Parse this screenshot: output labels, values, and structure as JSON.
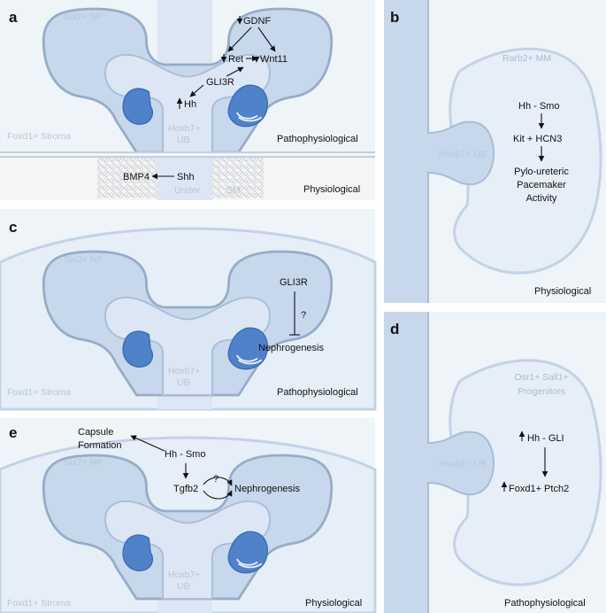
{
  "colors": {
    "panel_bg": "#eef4f7",
    "cap_mesenchyme": "#c7d8ed",
    "ureteric_bud": "#dce6f4",
    "renal_vesicle": "#4f82c8",
    "outline": "#96acc8"
  },
  "panel_a": {
    "letter": "a",
    "six2": "Six2+ NP",
    "gdnf": "GDNF",
    "ret": "Ret",
    "wnt11": "Wnt11",
    "gli3r": "GLI3R",
    "hh": "Hh",
    "hoxb7_1": "Hoxb7+",
    "hoxb7_2": "UB",
    "foxd1": "Foxd1+ Stroma",
    "state_top": "Pathophysiological",
    "bmp4": "BMP4",
    "shh": "Shh",
    "ureter": "Ureter",
    "sm": "SM",
    "state_bottom": "Physiological"
  },
  "panel_b": {
    "letter": "b",
    "rarb2": "Rarb2+ MM",
    "hoxb7": "Hoxb7+ UB",
    "hh_smo": "Hh - Smo",
    "kit": "Kit + HCN3",
    "pylo_1": "Pylo-ureteric",
    "pylo_2": "Pacemaker",
    "pylo_3": "Activity",
    "state": "Physiological"
  },
  "panel_c": {
    "letter": "c",
    "six2": "Six2+ NP",
    "gli3r": "GLI3R",
    "question": "?",
    "nephrogenesis": "Nephrogenesis",
    "hoxb7_1": "Hoxb7+",
    "hoxb7_2": "UB",
    "foxd1": "Foxd1+ Stroma",
    "state": "Pathophysiological"
  },
  "panel_d": {
    "letter": "d",
    "osr1_1": "Osr1+ Sall1+",
    "osr1_2": "Progenitors",
    "hoxb7": "Hoxb7+ UB",
    "hh_gli": "Hh - GLI",
    "foxd1_ptch2": "Foxd1+ Ptch2",
    "state": "Pathophysiological"
  },
  "panel_e": {
    "letter": "e",
    "capsule_1": "Capsule",
    "capsule_2": "Formation",
    "hh_smo": "Hh - Smo",
    "tgfb2": "Tgfb2",
    "question": "?",
    "nephrogenesis": "Nephrogenesis",
    "six2": "Six2+ NP",
    "hoxb7_1": "Hoxb7+",
    "hoxb7_2": "UB",
    "foxd1": "Foxd1+ Stroma",
    "state": "Physiological"
  }
}
